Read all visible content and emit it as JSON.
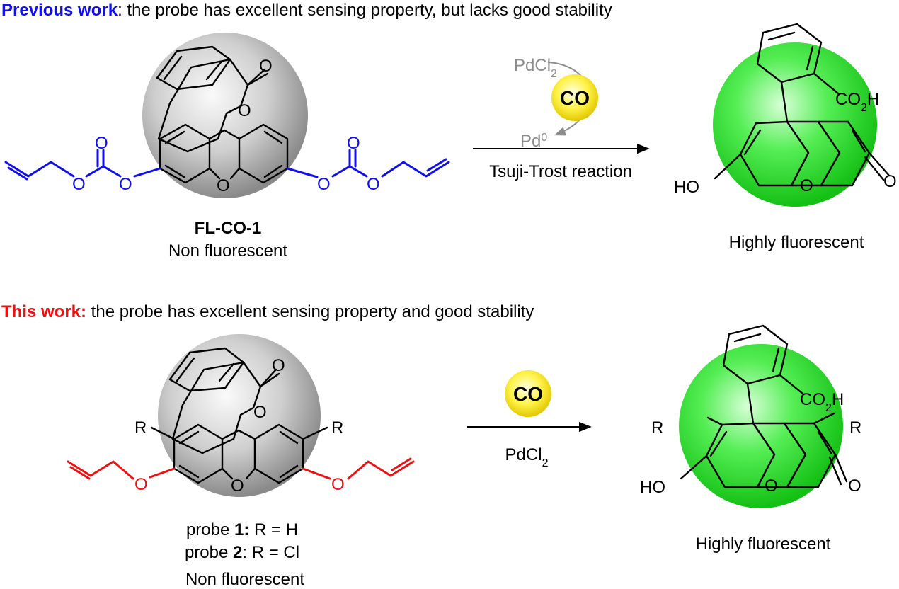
{
  "headers": {
    "previous": {
      "emph": "Previous work",
      "rest": ": the probe has excellent sensing property, but lacks good stability",
      "color": "#1010ee"
    },
    "current": {
      "emph": "This work:",
      "rest": " the probe has excellent sensing property and good stability",
      "color": "#ee1010"
    }
  },
  "atoms": {
    "O": "O",
    "HO": "HO",
    "R": "R",
    "CO2H_main": "CO",
    "CO2H_sub": "2",
    "CO2H_end": "H"
  },
  "top": {
    "reactant_name": "FL-CO-1",
    "reactant_state": "Non fluorescent",
    "reagent": "CO",
    "catalyst_in_main": "PdCl",
    "catalyst_in_sub": "2",
    "catalyst_out_main": "Pd",
    "catalyst_out_sup": "0",
    "reaction_name": "Tsuji-Trost reaction",
    "product_state": "Highly fluorescent"
  },
  "bottom": {
    "probe1_prefix": "probe ",
    "probe1_num": "1:",
    "probe1_rest": " R = H",
    "probe2_prefix": "probe ",
    "probe2_num": "2",
    "probe2_rest": ": R = Cl",
    "reactant_state": "Non fluorescent",
    "reagent": "CO",
    "catalyst_main": "PdCl",
    "catalyst_sub": "2",
    "product_state": "Highly fluorescent"
  },
  "colors": {
    "gray_sphere": "#bdbdbd",
    "green_sphere": "#22dd22",
    "yellow_sphere": "#ffee00",
    "blue": "#1010ee",
    "red": "#ee1010",
    "catalyst_gray": "#8c8c8c"
  }
}
